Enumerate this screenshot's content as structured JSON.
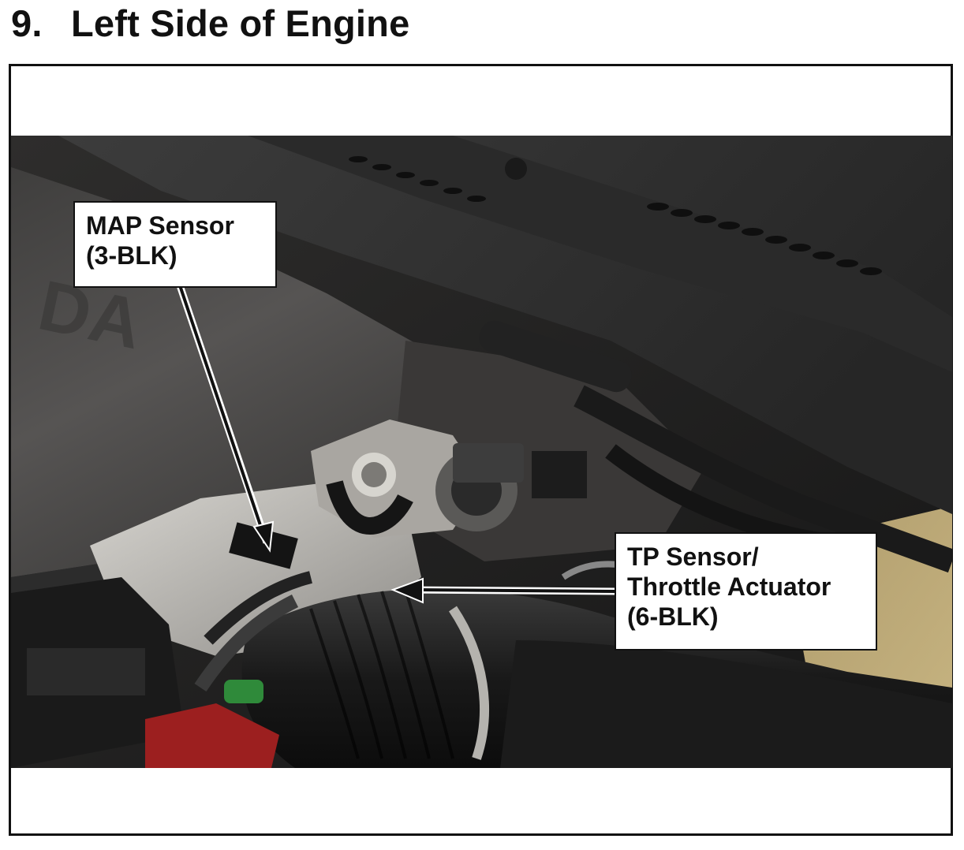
{
  "page": {
    "step_number": "9.",
    "title": "Left Side of Engine"
  },
  "callouts": {
    "map_sensor": {
      "line1": "MAP Sensor",
      "line2": "(3-BLK)"
    },
    "tp_sensor": {
      "line1": "TP Sensor/",
      "line2": "Throttle Actuator",
      "line3": "(6-BLK)"
    }
  },
  "colors": {
    "engine_cover": "#4a4948",
    "shadow": "#1b1b1b",
    "metal": "#b9b7b2",
    "callout_border": "#111111",
    "arrow": "#111111"
  },
  "icons": {
    "map_arrow": "arrow-down-icon",
    "tp_arrow": "arrow-left-icon"
  }
}
